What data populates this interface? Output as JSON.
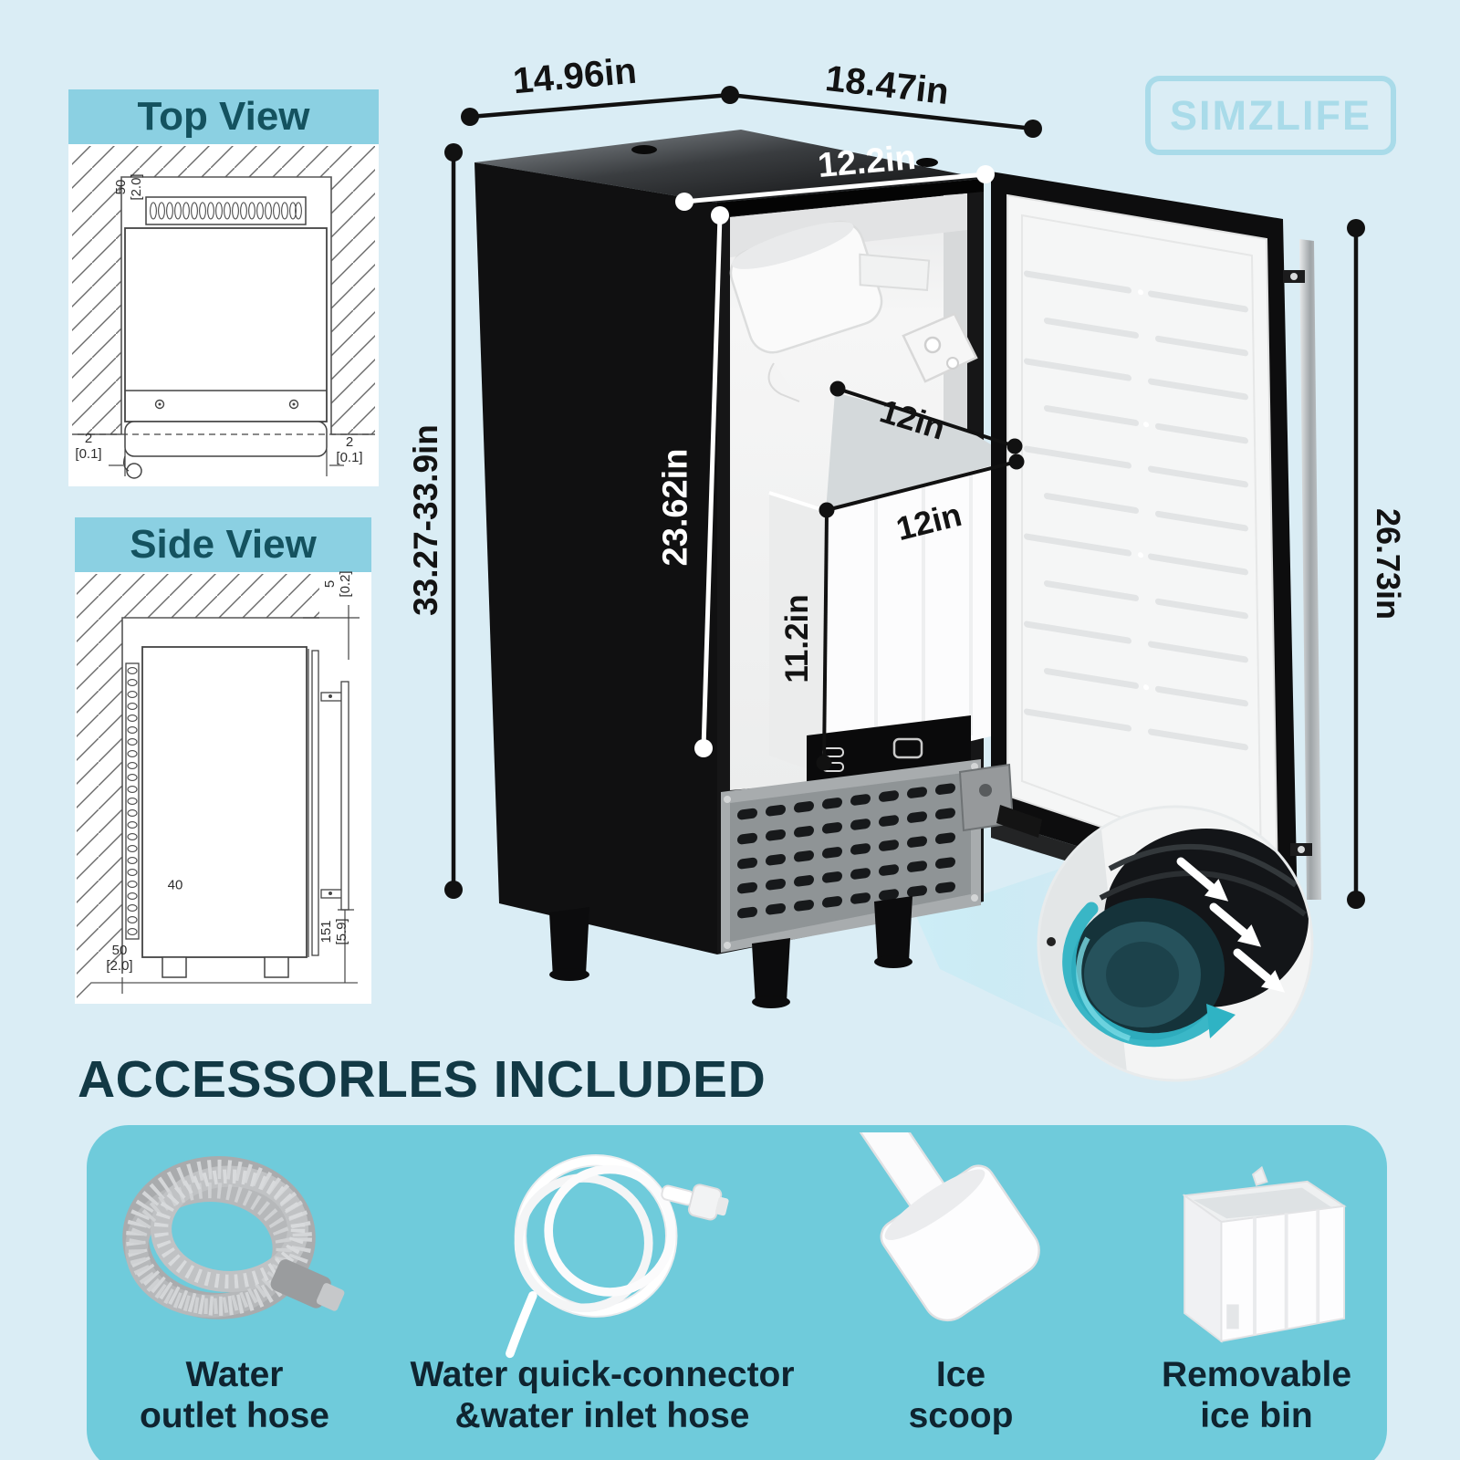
{
  "brand": {
    "logo_text": "SIMZLIFE"
  },
  "diagrams": {
    "top_view": {
      "title": "Top View",
      "top_clearance": "50",
      "top_clearance_alt": "[2.0]",
      "left_clearance": "2",
      "left_clearance_alt": "[0.1]",
      "right_clearance": "2",
      "right_clearance_alt": "[0.1]"
    },
    "side_view": {
      "title": "Side View",
      "top_gap": "5",
      "top_gap_alt": "[0.2]",
      "mid_ref": "40",
      "bottom_gap": "151",
      "bottom_gap_alt": "[5.9]",
      "rear_gap": "50",
      "rear_gap_alt": "[2.0]"
    }
  },
  "product": {
    "dimensions": {
      "top_width": "14.96in",
      "top_depth": "18.47in",
      "opening_width": "12.2in",
      "height_range": "33.27-33.9in",
      "interior_height": "23.62in",
      "bin_depth": "12in",
      "bin_width": "12in",
      "bin_height": "11.2in",
      "door_height": "26.73in"
    }
  },
  "accessories": {
    "heading": "ACCESSORLES INCLUDED",
    "items": [
      {
        "line1": "Water",
        "line2": "outlet hose"
      },
      {
        "line1": "Water quick-connector",
        "line2": "&water inlet hose"
      },
      {
        "line1": "Ice",
        "line2": "scoop"
      },
      {
        "line1": "Removable",
        "line2": "ice bin"
      }
    ]
  },
  "colors": {
    "background": "#daedf5",
    "panel_header": "#8bd0e2",
    "panel_title_text": "#14525f",
    "accessories_panel": "#6fcbdb",
    "accessory_label_text": "#0f2430",
    "heading_text": "#123945",
    "logo_color": "#a9dbe9",
    "airflow_teal": "#2fb3c4"
  }
}
